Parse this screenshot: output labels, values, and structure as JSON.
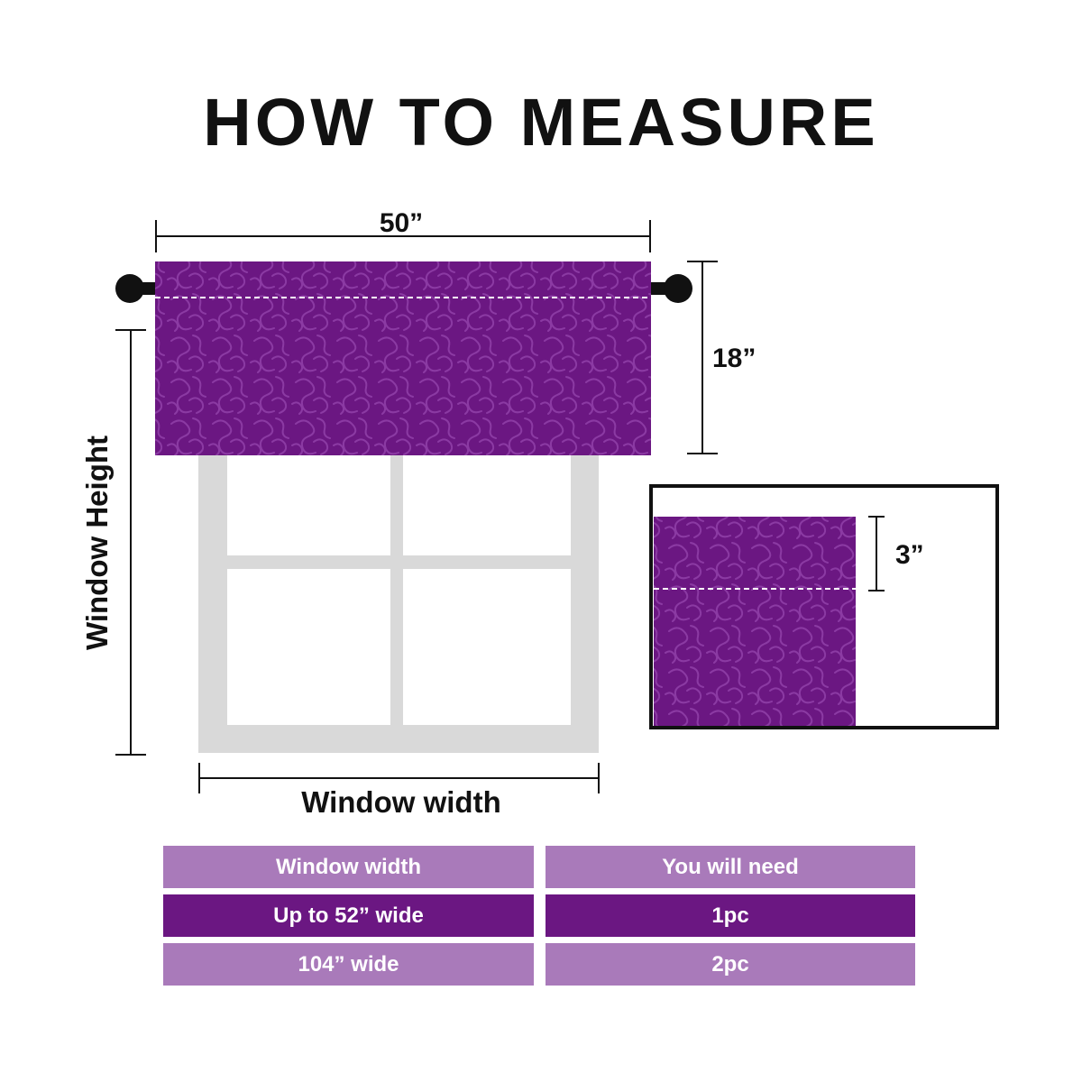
{
  "title": "HOW TO MEASURE",
  "dimensions": {
    "valance_width": "50”",
    "valance_height": "18”",
    "rod_pocket": "3”",
    "window_width": "Window width",
    "window_height": "Window Height"
  },
  "colors": {
    "fabric": "#6b1782",
    "fabric_pattern": "#8b3aa3",
    "frame": "#d9d9d9",
    "header_row": "#a97aba",
    "value_row": "#6b1782"
  },
  "table": {
    "headers": [
      "Window width",
      "You will need"
    ],
    "rows": [
      [
        "Up to 52” wide",
        "1pc"
      ],
      [
        "104” wide",
        "2pc"
      ]
    ]
  }
}
